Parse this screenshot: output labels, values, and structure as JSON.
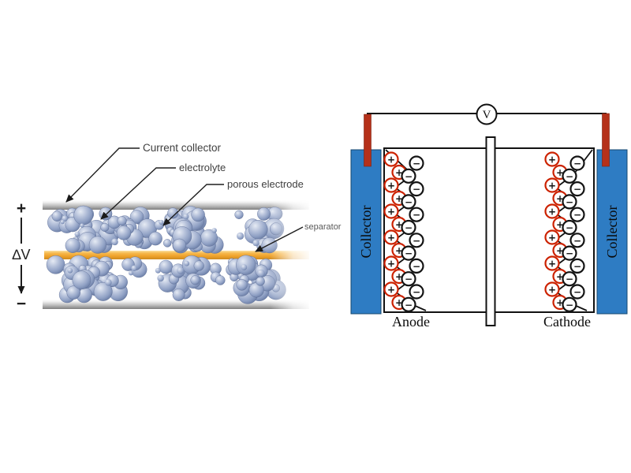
{
  "figure": {
    "left": {
      "labels": {
        "current_collector": "Current collector",
        "electrolyte": "electrolyte",
        "porous_electrode": "porous electrode",
        "separator": "separator"
      },
      "voltage_axis": {
        "plus": "+",
        "delta_v": "∆V",
        "minus": "−"
      },
      "colors": {
        "separator_orange": "#F0A42C",
        "collector_gray": "#B5B5B5",
        "particle_blue": "#93A5C7"
      }
    },
    "right": {
      "voltmeter": "V",
      "collector_left": "Collector",
      "collector_right": "Collector",
      "anode": "Anode",
      "cathode": "Cathode",
      "charges": {
        "positive": "+",
        "negative": "−",
        "pairs_per_electrode": 12
      },
      "colors": {
        "collector_blue": "#2E7CC3",
        "terminal_red": "#B5311A",
        "positive_ring": "#CC2200",
        "negative_ring": "#141414",
        "wire_black": "#111111"
      }
    }
  }
}
